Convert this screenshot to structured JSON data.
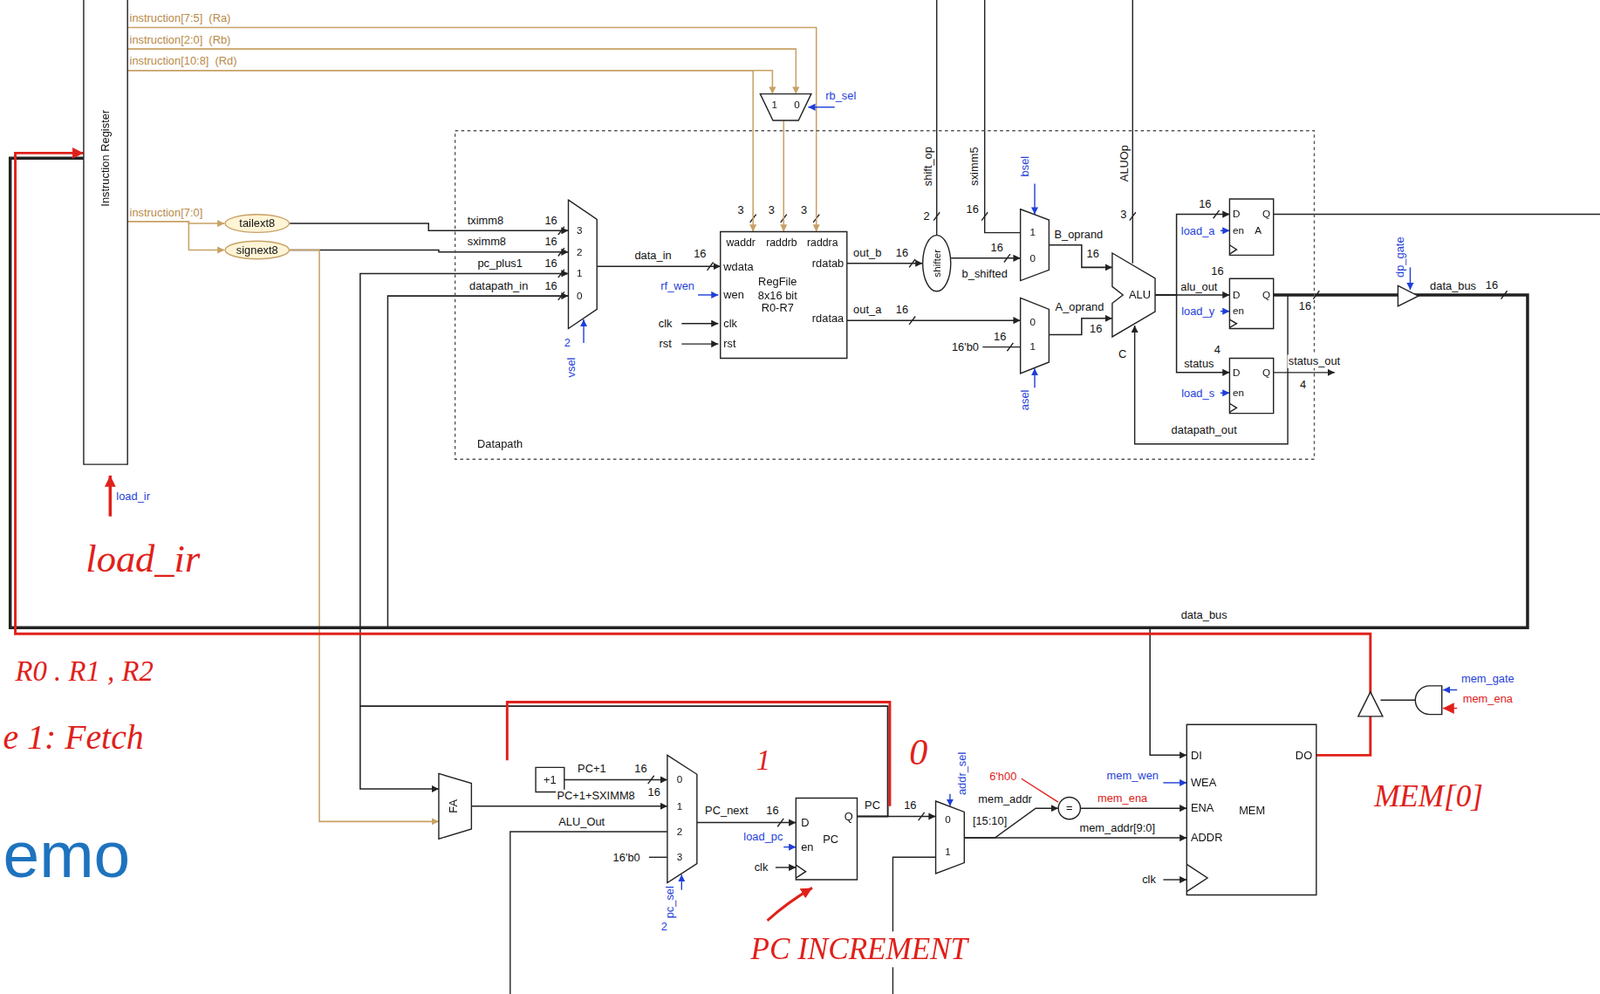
{
  "diagram": {
    "nodes": [
      {
        "text": [
          "Instruction Register"
        ]
      },
      {
        "text": [
          "1",
          "0"
        ]
      },
      {
        "text": [
          "tailext8"
        ]
      },
      {
        "text": [
          "signext8"
        ]
      },
      {
        "text": [
          "Datapath"
        ]
      },
      {
        "text": [
          "3",
          "2",
          "1",
          "0"
        ],
        "in": 4
      },
      {
        "text": [
          "waddr",
          "raddrb",
          "raddra",
          "wdata",
          "wen",
          "clk",
          "rst",
          "RegFile 8x16 bit R0-R7",
          "rdatab",
          "rdataa"
        ],
        "in": 4
      },
      {
        "text": [
          "shifter"
        ],
        "in": 4
      },
      {
        "text": [
          "1",
          "0"
        ],
        "in": 4
      },
      {
        "text": [
          "0",
          "1"
        ],
        "in": 4
      },
      {
        "text": [
          "ALU"
        ],
        "in": 4
      },
      {
        "text": [
          "D",
          "Q",
          "en",
          "A"
        ],
        "in": 4
      },
      {
        "text": [
          "D",
          "Q",
          "en"
        ],
        "in": 4
      },
      {
        "text": [
          "D",
          "Q",
          "en"
        ],
        "in": 4
      },
      {
        "text": [
          "+1"
        ]
      },
      {
        "text": [
          "FA"
        ]
      },
      {
        "text": [
          "0",
          "1",
          "2",
          "3"
        ]
      },
      {
        "text": [
          "D",
          "Q",
          "en",
          "PC"
        ]
      },
      {
        "text": [
          "0",
          "1"
        ]
      },
      {
        "text": [
          "="
        ]
      },
      {
        "text": [
          "DI",
          "WEA",
          "ENA",
          "ADDR",
          "DO",
          "MEM"
        ]
      }
    ],
    "edges": [
      {
        "from": 0,
        "to": 6,
        "arrow": "to"
      },
      {
        "from": 0,
        "to": 1,
        "arrow": "to"
      },
      {
        "from": 0,
        "to": 1,
        "arrow": "to"
      },
      {
        "from": 0,
        "to": 6,
        "arrow": "to"
      },
      {
        "from": 1,
        "to": 6,
        "arrow": "to"
      },
      {
        "from": 0,
        "to": 2,
        "arrow": "to"
      },
      {
        "from": 0,
        "to": 3,
        "arrow": "to"
      },
      {
        "from": 2,
        "to": 5,
        "arrow": "to"
      },
      {
        "from": 3,
        "to": 5,
        "arrow": "to"
      },
      {
        "from": 3,
        "to": 15,
        "arrow": "to"
      },
      {
        "from": 5,
        "to": 6,
        "arrow": "to"
      },
      {
        "from": 6,
        "to": 7,
        "arrow": "to"
      },
      {
        "from": 7,
        "to": 8,
        "arrow": "to"
      },
      {
        "from": 6,
        "to": 9,
        "arrow": "to"
      },
      {
        "from": 8,
        "to": 10,
        "arrow": "to"
      },
      {
        "from": 9,
        "to": 10,
        "arrow": "to"
      },
      {
        "from": 10,
        "to": 11,
        "arrow": "to"
      },
      {
        "from": 10,
        "to": 12,
        "arrow": "to"
      },
      {
        "from": 10,
        "to": 13,
        "arrow": "to"
      },
      {
        "from": 12,
        "to": 0,
        "arrow": "none"
      },
      {
        "from": 12,
        "to": 20,
        "arrow": "to"
      },
      {
        "from": 12,
        "to": 5,
        "arrow": "to"
      },
      {
        "from": 14,
        "to": 16,
        "arrow": "to"
      },
      {
        "from": 15,
        "to": 16,
        "arrow": "to"
      },
      {
        "from": 16,
        "to": 17,
        "arrow": "to"
      },
      {
        "from": 17,
        "to": 18,
        "arrow": "to"
      },
      {
        "from": 17,
        "to": 5,
        "arrow": "to"
      },
      {
        "from": 17,
        "to": 15,
        "arrow": "to"
      },
      {
        "from": 18,
        "to": 20,
        "arrow": "to"
      },
      {
        "from": 18,
        "to": 19,
        "arrow": "to"
      },
      {
        "from": 19,
        "to": 20,
        "arrow": "to"
      },
      {
        "from": 20,
        "to": 0,
        "arrow": "to"
      }
    ],
    "labels": [
      "instruction[7:5]  (Ra)",
      "instruction[2:0]  (Rb)",
      "instruction[10:8]  (Rd)",
      "rb_sel",
      "instruction[7:0]",
      "tximm8",
      "sximm8",
      "pc_plus1",
      "datapath_in",
      "16",
      "16",
      "16",
      "16",
      "vsel",
      "2",
      "data_in",
      "16",
      "3",
      "3",
      "3",
      "rf_wen",
      "clk",
      "rst",
      "out_b",
      "16",
      "shift_op",
      "2",
      "sximm5",
      "16",
      "bsel",
      "b_shifted",
      "16",
      "B_oprand",
      "16",
      "ALUOp",
      "3",
      "out_a",
      "16",
      "16'b0",
      "16",
      "A_oprand",
      "16",
      "asel",
      "C",
      "16",
      "load_a",
      "alu_out",
      "16",
      "load_y",
      "16",
      "status",
      "4",
      "load_s",
      "status_out",
      "4",
      "datapath_out",
      "dp_gate",
      "data_bus",
      "16",
      "load_ir",
      "load_ir",
      "data_bus",
      "R0 . R1 , R2",
      "e 1: Fetch",
      "emo",
      "PC+1",
      "16",
      "PC+1+SXIMM8",
      "16",
      "ALU_Out",
      "16'b0",
      "1",
      "PC_next",
      "16",
      "load_pc",
      "clk",
      "PC",
      "16",
      "0",
      "addr_sel",
      "6'h00",
      "mem_addr",
      "[15:10]",
      "mem_wen",
      "mem_ena",
      "mem_addr[9:0]",
      "clk",
      "mem_gate",
      "mem_ena",
      "MEM[0]",
      "pc_sel",
      "2",
      "PC INCREMENT"
    ]
  }
}
